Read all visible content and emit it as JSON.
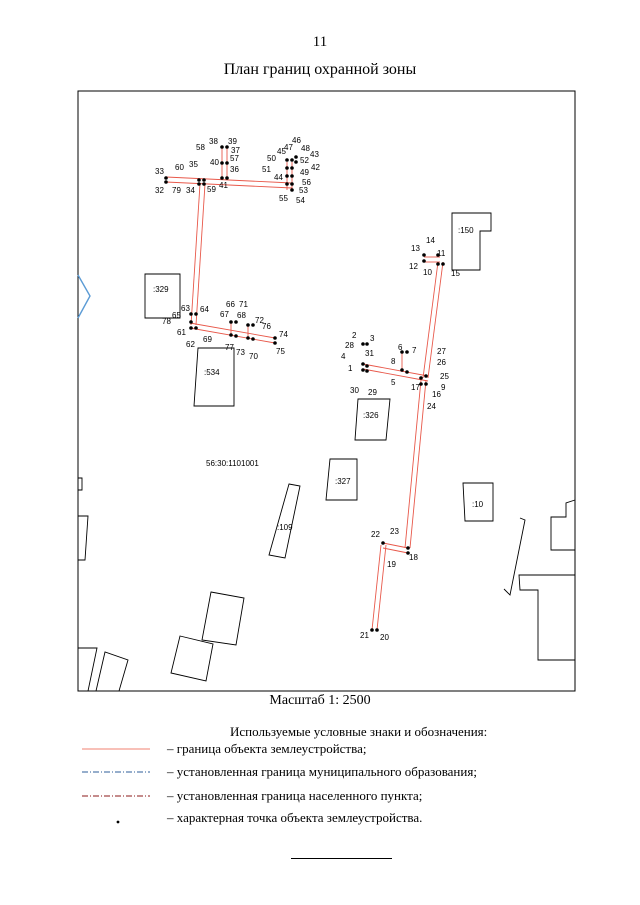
{
  "page": {
    "number": "11",
    "title": "План границ охранной зоны",
    "scale": "Масштаб 1: 2500"
  },
  "map": {
    "cadastral_block": "56:30:1101001",
    "parcels": [
      ":150",
      ":329",
      ":534",
      ":326",
      ":327",
      ":109",
      ":10"
    ],
    "colors": {
      "zone_boundary": "#e8584a",
      "frame": "#000000",
      "parcel_outline": "#000000",
      "arrow": "#5b9bd5"
    },
    "points": [
      "1",
      "2",
      "3",
      "4",
      "5",
      "6",
      "7",
      "8",
      "9",
      "10",
      "11",
      "12",
      "13",
      "14",
      "15",
      "16",
      "17",
      "18",
      "19",
      "20",
      "21",
      "22",
      "23",
      "24",
      "25",
      "26",
      "27",
      "28",
      "29",
      "30",
      "31",
      "32",
      "33",
      "34",
      "35",
      "36",
      "37",
      "38",
      "39",
      "40",
      "41",
      "42",
      "43",
      "44",
      "45",
      "46",
      "47",
      "48",
      "49",
      "50",
      "51",
      "52",
      "53",
      "54",
      "55",
      "56",
      "57",
      "58",
      "59",
      "60",
      "61",
      "62",
      "63",
      "64",
      "65",
      "66",
      "67",
      "68",
      "69",
      "70",
      "71",
      "72",
      "73",
      "74",
      "75",
      "76",
      "77",
      "78",
      "79"
    ]
  },
  "legend": {
    "heading": "Используемые условные знаки и обозначения:",
    "items": [
      {
        "symbol": "line",
        "color": "#f08070",
        "text": "– граница объекта землеустройства;"
      },
      {
        "symbol": "dash-dot",
        "color": "#2e5c9a",
        "text": "– установленная граница муниципального образования;"
      },
      {
        "symbol": "dash-dot",
        "color": "#8b1a1a",
        "text": "– установленная граница населенного пункта;"
      },
      {
        "symbol": "dot",
        "color": "#000000",
        "text": "– характерная точка объекта землеустройства."
      }
    ]
  }
}
